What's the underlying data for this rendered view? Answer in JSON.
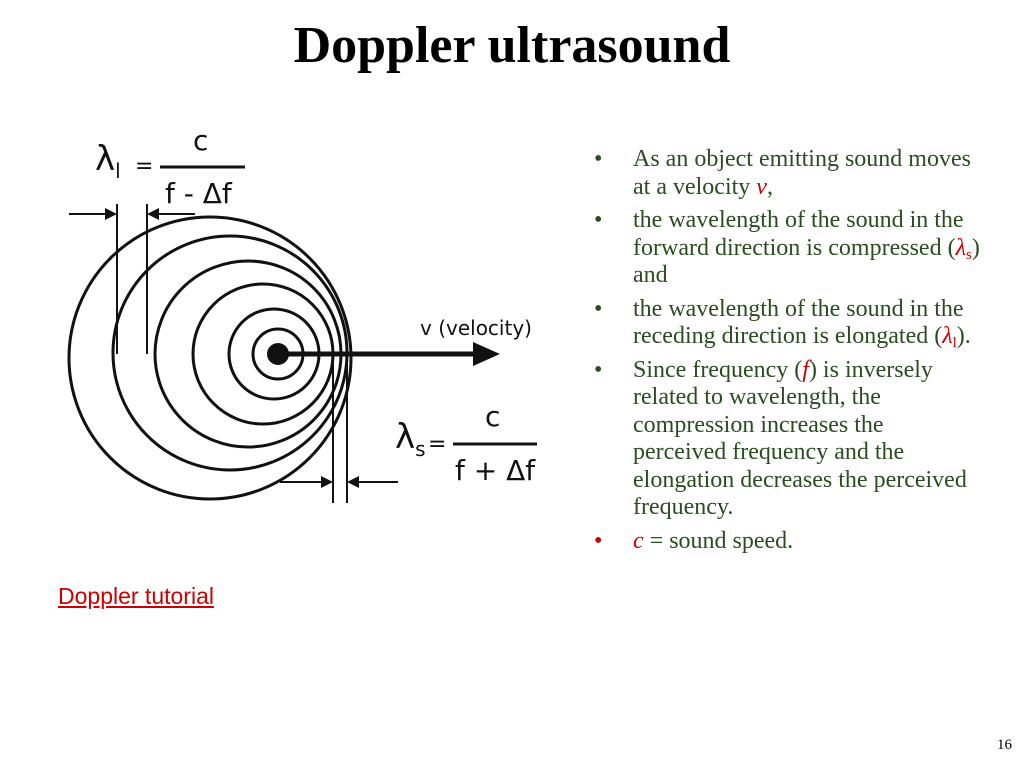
{
  "slide": {
    "title": "Doppler ultrasound",
    "page_number": "16"
  },
  "link": {
    "tutorial_label": "Doppler tutorial"
  },
  "diagram": {
    "lambda_l_symbol": "λ",
    "lambda_l_sub": "l",
    "lambda_s_symbol": "λ",
    "lambda_s_sub": "s",
    "equals": "=",
    "numerator": "c",
    "denominator_l": "f - Δf",
    "denominator_s": "f + Δf",
    "velocity_label": "v (velocity)"
  },
  "bullets": [
    {
      "pre": "As an object emitting sound moves at a velocity ",
      "var": "v",
      "post": ","
    },
    {
      "pre": "the wavelength of the sound in the forward direction is compressed (",
      "var": "λ",
      "sub": "s",
      "post": ") and"
    },
    {
      "pre": "the wavelength of the sound in the receding direction is elongated (",
      "var": "λ",
      "sub": "l",
      "post": ")."
    },
    {
      "pre": "Since frequency (",
      "var": "f",
      "post": ") is inversely related to wavelength, the compression increases the perceived frequency and the elongation decreases the perceived frequency."
    },
    {
      "var": "c",
      "post": " = sound speed."
    }
  ],
  "colors": {
    "bullet_text": "#2a4d20",
    "accent_red": "#cc0000"
  }
}
